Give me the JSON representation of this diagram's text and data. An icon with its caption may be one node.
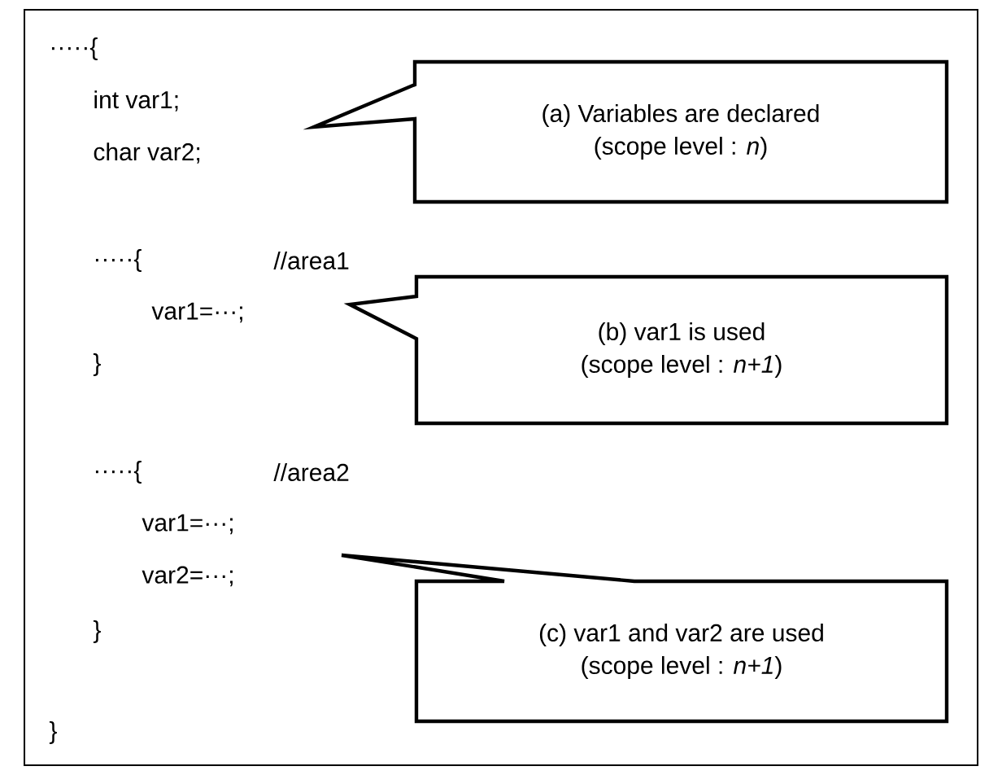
{
  "diagram": {
    "nodes": [
      {
        "text": [
          "(a) Variables are declared",
          "(scope level : *n*)"
        ]
      },
      {
        "text": [
          "(b) var1 is used",
          "(scope level : *n+1*)"
        ]
      },
      {
        "text": [
          "(c) var1 and var2 are used",
          "(scope level  : *n+1*)"
        ]
      }
    ],
    "labels": [
      "·····{",
      "int var1;",
      "char var2;",
      "·····{",
      "//area1",
      "var1=···;",
      "}",
      "·····{",
      "//area2",
      "var1=···;",
      "var2=···;",
      "}",
      "}"
    ]
  }
}
